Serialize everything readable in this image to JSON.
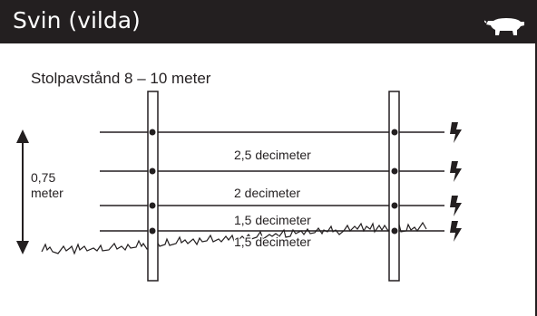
{
  "header": {
    "title": "Svin (vilda)",
    "icon": "pig-icon"
  },
  "subtitle": "Stolpavstånd 8 – 10 meter",
  "height_label": {
    "value": "0,75",
    "unit": "meter"
  },
  "spacing_labels": [
    "2,5 decimeter",
    "2 decimeter",
    "1,5 decimeter",
    "1,5 decimeter"
  ],
  "wire_count": 4,
  "colors": {
    "header_bg": "#231f20",
    "header_text": "#ffffff",
    "ink": "#231f20"
  }
}
